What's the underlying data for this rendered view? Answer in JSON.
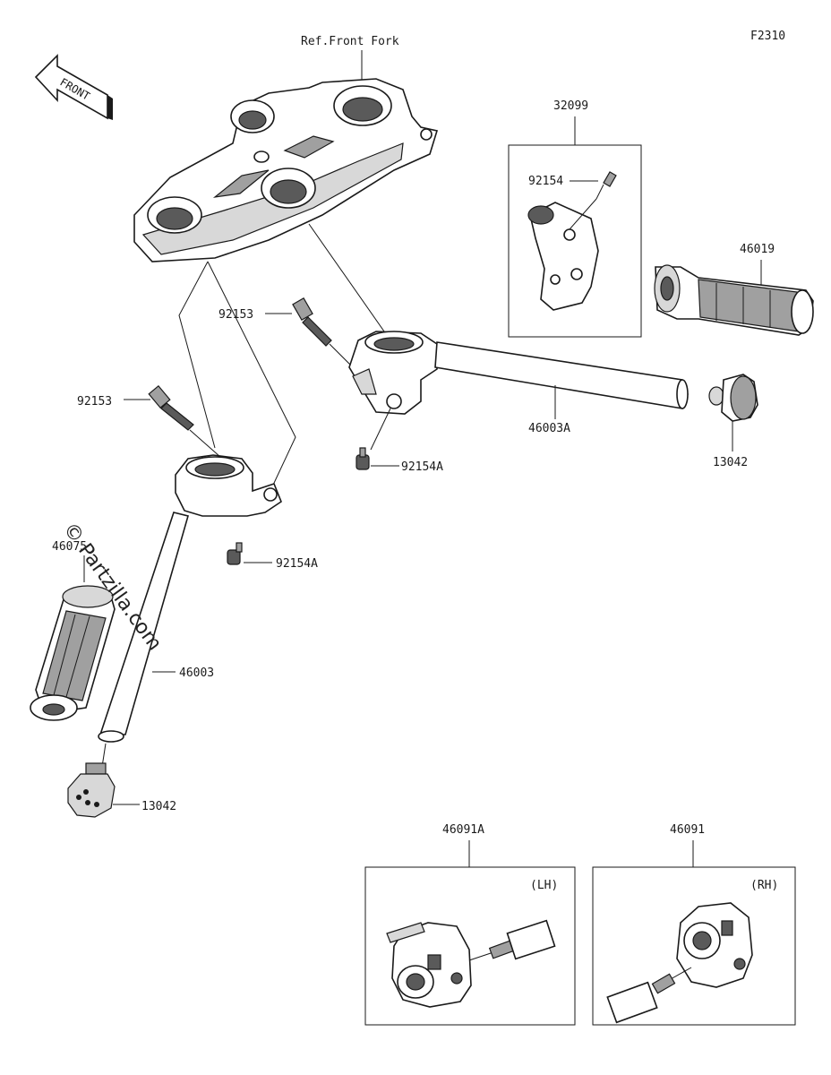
{
  "diagram": {
    "figure_id": "F2310",
    "front_label": "FRONT",
    "reference": "Ref.Front Fork",
    "watermark": "© Partzilla.com",
    "parts": {
      "p32099": "32099",
      "p92154": "92154",
      "p46019": "46019",
      "p92153_a": "92153",
      "p92153_b": "92153",
      "p46003A": "46003A",
      "p92154A_a": "92154A",
      "p92154A_b": "92154A",
      "p13042_a": "13042",
      "p13042_b": "13042",
      "p46075": "46075",
      "p46003": "46003",
      "p46091A": "46091A",
      "p46091": "46091"
    },
    "sides": {
      "lh": "(LH)",
      "rh": "(RH)"
    }
  }
}
